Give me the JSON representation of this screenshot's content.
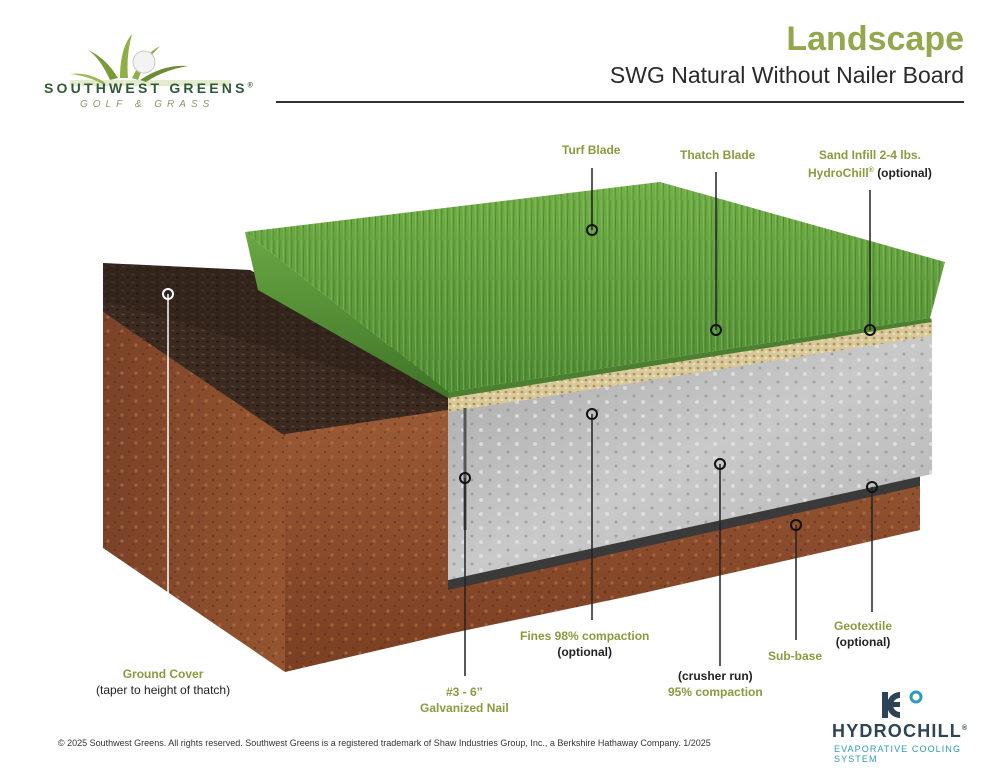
{
  "header": {
    "brand_name": "SOUTHWEST GREENS",
    "brand_registered": "®",
    "brand_tagline": "GOLF & GRASS",
    "title": "Landscape",
    "subtitle": "SWG Natural Without Nailer Board"
  },
  "callouts": {
    "turf_blade": "Turf Blade",
    "thatch_blade": "Thatch Blade",
    "sand_infill": "Sand Infill 2-4 lbs.",
    "hydrochill_brand": "HydroChill",
    "hydrochill_registered": "®",
    "optional": "(optional)",
    "ground_cover": "Ground Cover",
    "ground_cover_note": "(taper to height of thatch)",
    "nail_line1": "#3 - 6”",
    "nail_line2": "Galvanized Nail",
    "fines": "Fines 98% compaction",
    "crusher_run": "(crusher run)",
    "compaction_95": "95% compaction",
    "sub_base": "Sub-base",
    "geotextile": "Geotextile"
  },
  "footer": {
    "copyright": "© 2025 Southwest Greens. All rights reserved. Southwest Greens is a registered trademark of Shaw Industries Group, Inc., a Berkshire Hathaway Company. 1/2025"
  },
  "hydrochill_logo": {
    "name": "HYDROCHILL",
    "registered": "®",
    "tagline": "EVAPORATIVE COOLING SYSTEM"
  },
  "colors": {
    "accent_green": "#95a74d",
    "label_green": "#8b9a3f",
    "turf_green": "#5e9a3e",
    "soil_brown": "#8a4a2a",
    "mulch": "#3a2a20",
    "stone_gray": "#b4b4b4",
    "hydrochill_navy": "#2d4456",
    "hydrochill_teal": "#2e9bb4"
  }
}
